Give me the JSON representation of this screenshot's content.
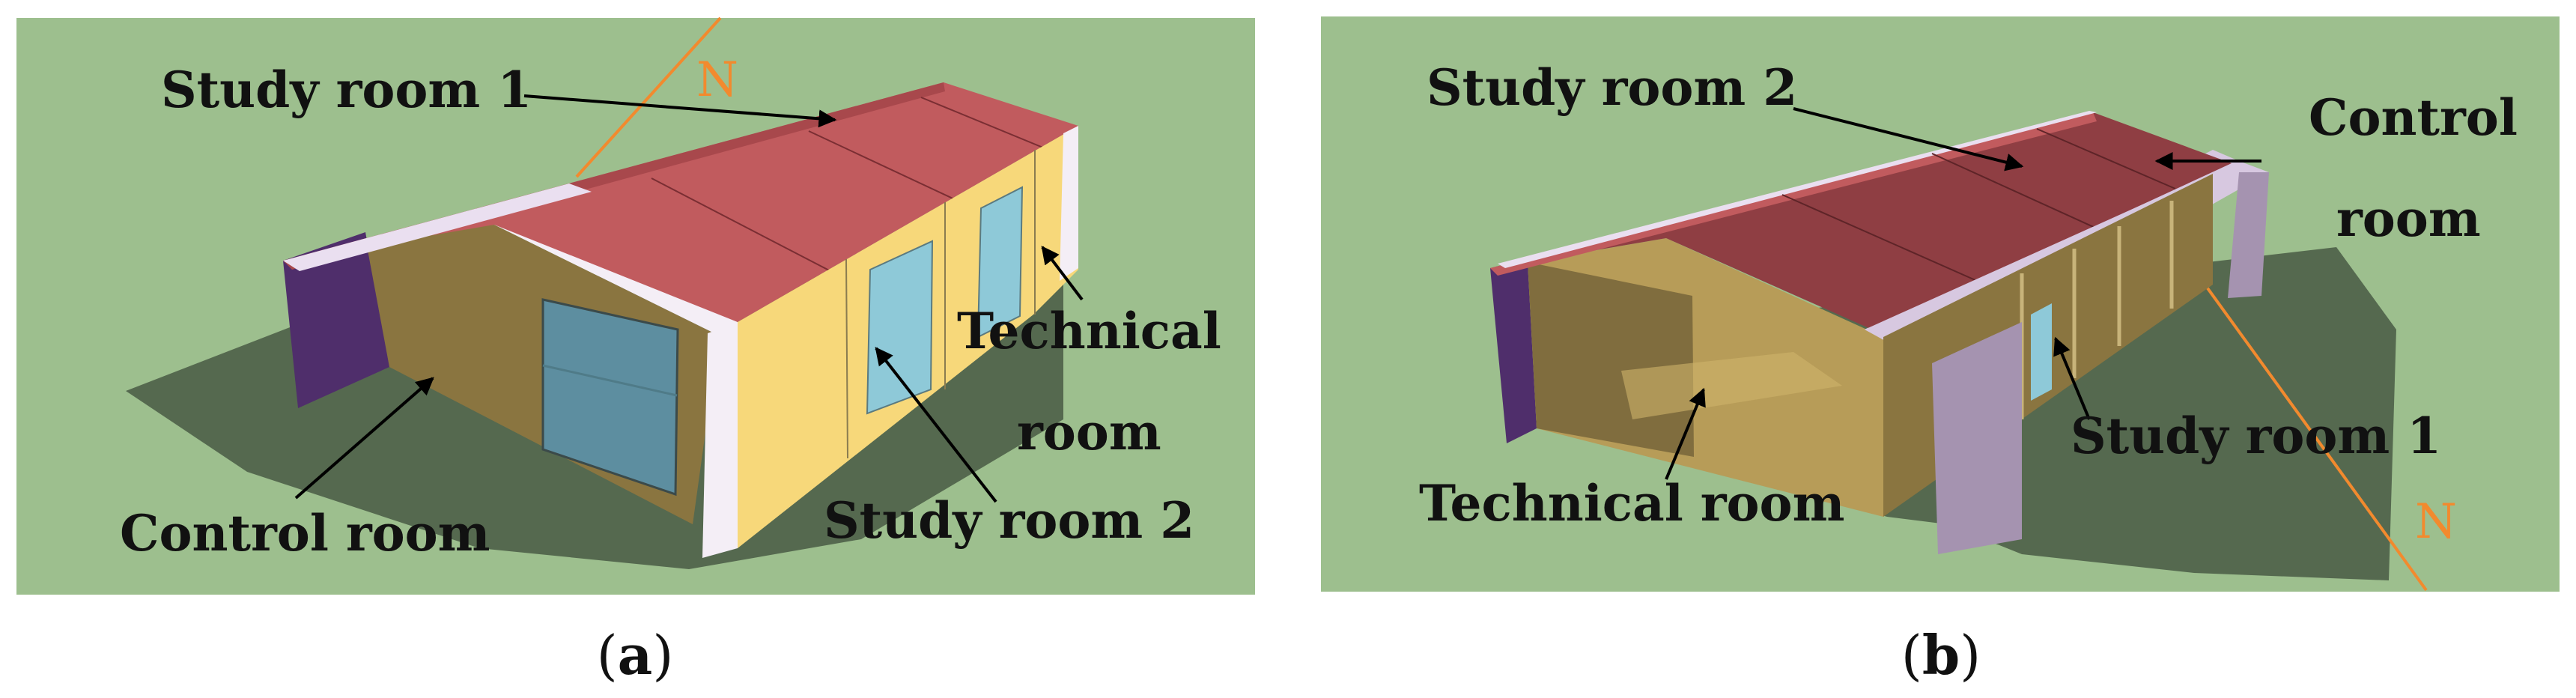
{
  "panel_a": {
    "labels": {
      "study_room_1": "Study room 1",
      "technical_room_line1": "Technical",
      "technical_room_line2": "room",
      "study_room_2": "Study room 2",
      "control_room": "Control room"
    },
    "north": "N",
    "caption_letter": "a",
    "caption_open": "(",
    "caption_close": ")"
  },
  "panel_b": {
    "labels": {
      "study_room_2": "Study room 2",
      "control_room_line1": "Control",
      "control_room_line2": "room",
      "study_room_1": "Study room 1",
      "technical_room": "Technical room"
    },
    "north": "N",
    "caption_letter": "b",
    "caption_open": "(",
    "caption_close": ")"
  },
  "colors": {
    "ground": "#9dbf8e",
    "shadow": "#55694f",
    "roof": "#c15b5e",
    "roof_dark": "#8f3e43",
    "wall_yellow": "#f7d87a",
    "wall_olive": "#8a7540",
    "wall_tan": "#b79c58",
    "window_blue": "#8ec9d8",
    "fascia": "#f4eef6",
    "lavender": "#d7c8e0",
    "purple": "#4f2e6b",
    "north_line": "#f28a2e"
  }
}
